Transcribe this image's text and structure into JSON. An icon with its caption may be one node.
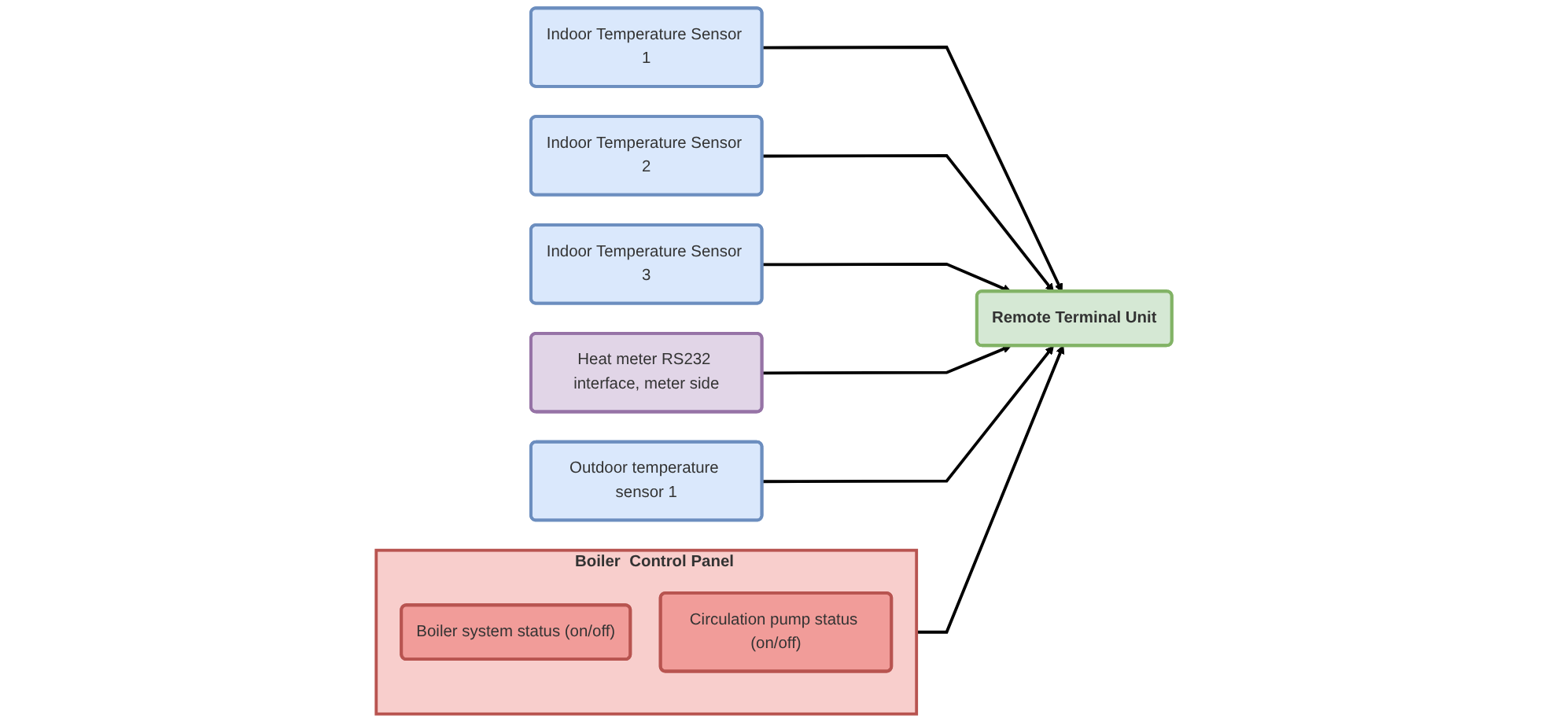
{
  "diagram": {
    "nodes": [
      {
        "text": [
          "Boiler  Control Panel"
        ]
      },
      {
        "text": [
          "Boiler system status (on/off)"
        ],
        "in": 0
      },
      {
        "text": [
          "Circulation pump status (on/off)"
        ],
        "in": 0
      },
      {
        "text": [
          "Remote Terminal Unit"
        ]
      },
      {
        "text": [
          "Indoor Temperature Sensor 1"
        ]
      },
      {
        "text": [
          "Indoor Temperature Sensor 2"
        ]
      },
      {
        "text": [
          "Indoor Temperature Sensor 3"
        ]
      },
      {
        "text": [
          "Heat meter RS232 interface, meter side"
        ]
      },
      {
        "text": [
          "Outdoor temperature sensor 1"
        ]
      }
    ],
    "edges": [
      {
        "from": 0,
        "to": 3,
        "arrow": "to"
      },
      {
        "from": 4,
        "to": 3,
        "arrow": "to"
      },
      {
        "from": 5,
        "to": 3,
        "arrow": "to"
      },
      {
        "from": 6,
        "to": 3,
        "arrow": "to"
      },
      {
        "from": 7,
        "to": 3,
        "arrow": "to"
      },
      {
        "from": 8,
        "to": 3,
        "arrow": "to"
      }
    ]
  }
}
